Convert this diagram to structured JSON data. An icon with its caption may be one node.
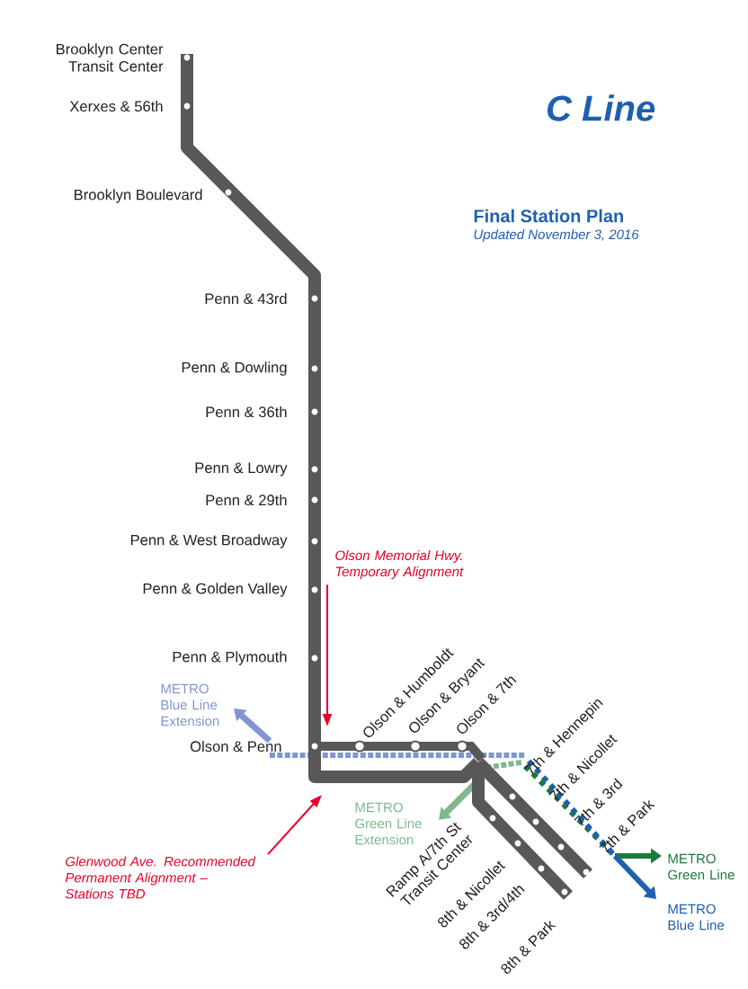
{
  "diagram": {
    "title": "C Line",
    "nodes": [
      {
        "text": [
          "Olson Memorial Hwy. Temporary Alignment"
        ]
      },
      {
        "text": [
          "Glenwood Ave. Recommended Permanent Alignment – Stations TBD"
        ]
      }
    ],
    "edges": [
      {
        "from": 0,
        "to": null,
        "arrow": "to"
      },
      {
        "from": 1,
        "to": null,
        "arrow": "to"
      }
    ],
    "labels": [
      "Final Station Plan",
      "Updated November 3, 2016",
      "Brooklyn Center Transit Center",
      "Xerxes & 56th",
      "Brooklyn Boulevard",
      "Penn & 43rd",
      "Penn & Dowling",
      "Penn & 36th",
      "Penn & Lowry",
      "Penn & 29th",
      "Penn & West Broadway",
      "Penn & Golden Valley",
      "Penn & Plymouth",
      "METRO Blue Line Extension",
      "Olson & Penn",
      "Olson & Humboldt",
      "Olson & Bryant",
      "Olson & 7th",
      "METRO Green Line Extension",
      "7th & Hennepin",
      "7th & Nicollet",
      "7th & 3rd",
      "7th & Park",
      "METRO Green Line",
      "METRO Blue Line",
      "Ramp A/7th St Transit Center",
      "8th & Nicollet",
      "8th & 3rd/4th",
      "8th & Park"
    ]
  }
}
